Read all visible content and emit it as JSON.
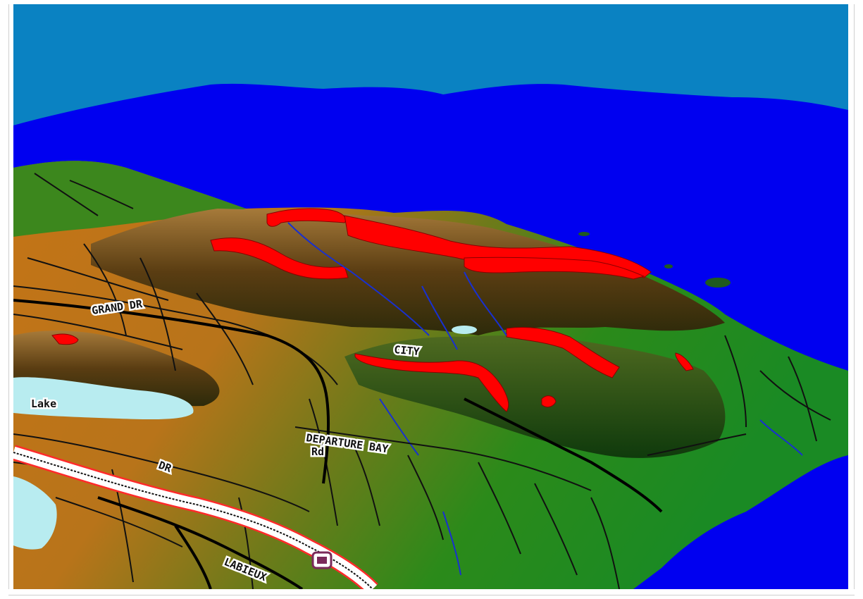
{
  "map": {
    "labels": {
      "grand_dr": "GRAND DR",
      "departure_bay": "DEPARTURE BAY",
      "rd": "Rd",
      "lake": "Lake",
      "dr": "DR",
      "labieux": "LABIEUX",
      "city": "CITY"
    },
    "colors": {
      "sky": "#0a82c2",
      "sea": "#0000f0",
      "lowland": "#c87a18",
      "forest": "#1f8a1a",
      "ridge_highlight": "#ff0000",
      "lake": "#b8ecf0",
      "road": "#111111",
      "highway": "#ff2a2a"
    }
  }
}
